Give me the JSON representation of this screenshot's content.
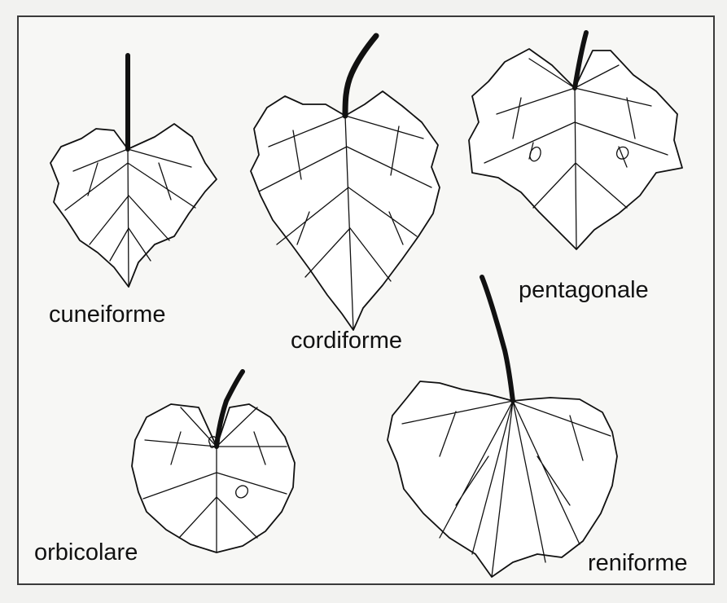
{
  "labels": {
    "cuneiforme": "cuneiforme",
    "cordiforme": "cordiforme",
    "pentagonale": "pentagonale",
    "orbicolare": "orbicolare",
    "reniforme": "reniforme"
  },
  "colors": {
    "ink": "#111111",
    "paper": "#f7f7f5",
    "border": "#3a3a3a"
  },
  "leaf_icons": [
    "cuneiforme-leaf-icon",
    "cordiforme-leaf-icon",
    "pentagonale-leaf-icon",
    "orbicolare-leaf-icon",
    "reniforme-leaf-icon"
  ]
}
